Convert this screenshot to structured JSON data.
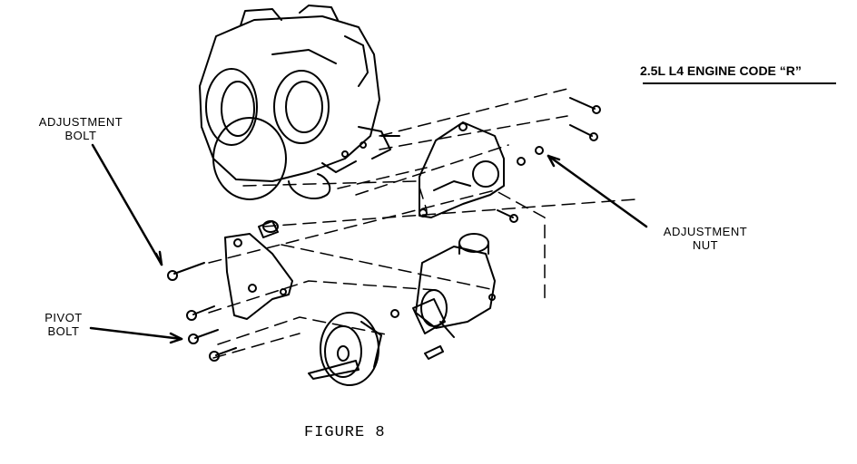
{
  "title": "2.5L L4 ENGINE CODE “R”",
  "labels": {
    "adjustment_bolt": [
      "ADJUSTMENT",
      "BOLT"
    ],
    "pivot_bolt": [
      "PIVOT",
      "BOLT"
    ],
    "adjustment_nut": [
      "ADJUSTMENT",
      "NUT"
    ]
  },
  "caption": "FIGURE 8"
}
